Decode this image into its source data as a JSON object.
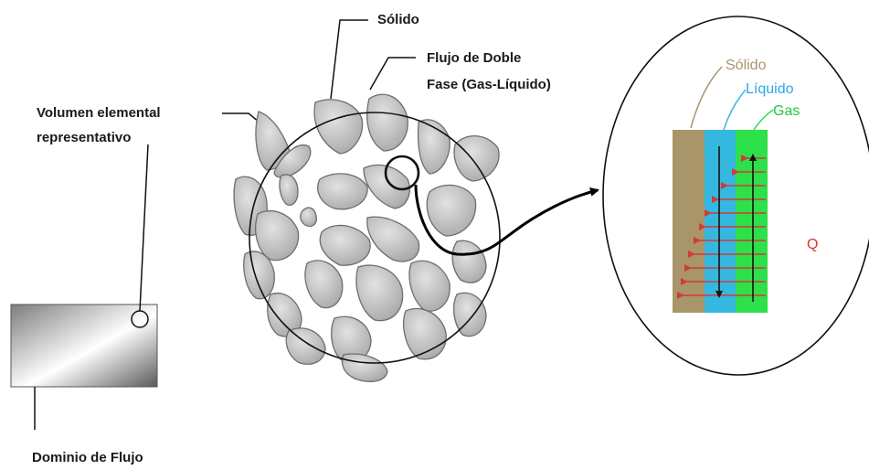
{
  "labels": {
    "solido": "Sólido",
    "flujo_line1": "Flujo de Doble",
    "flujo_line2": "Fase (Gas-Líquido)",
    "volumen_line1": "Volumen elemental",
    "volumen_line2": "representativo",
    "dominio": "Dominio de Flujo"
  },
  "zoom": {
    "solido": "Sólido",
    "liquido": "Líquido",
    "gas": "Gas",
    "q": "Q"
  },
  "colors": {
    "solid_layer": "#a8956a",
    "liquid_layer": "#35b8e0",
    "gas_layer": "#2ee04a",
    "solid_text": "#a8956a",
    "liquid_text": "#2aa8e8",
    "gas_text": "#22c83a",
    "heat_arrows": "#d23a3a",
    "q_text": "#e03030",
    "particle": "#b8b8b8",
    "particle_stroke": "#6e6e6e"
  }
}
